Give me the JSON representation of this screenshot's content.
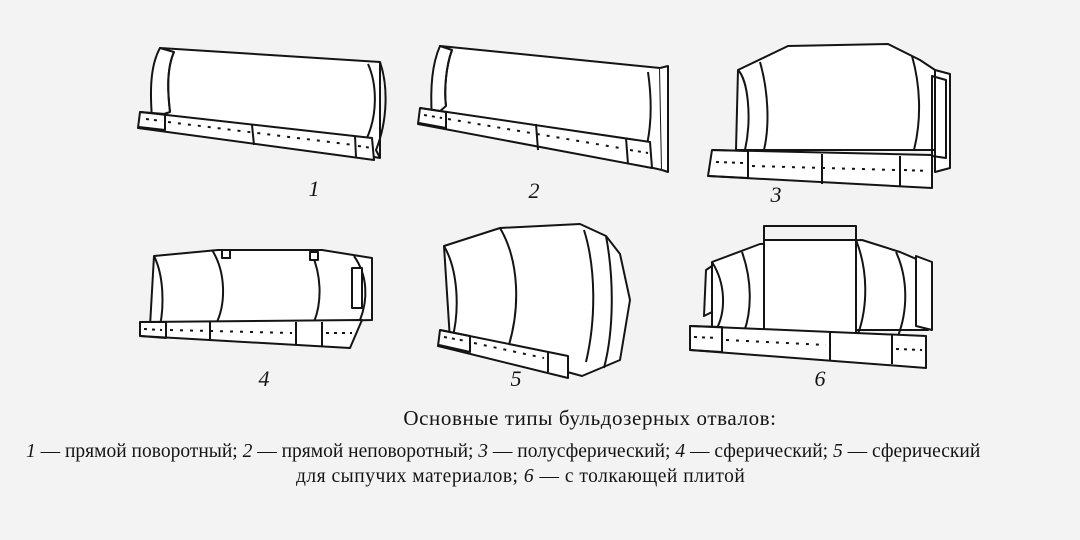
{
  "figure": {
    "blades": [
      {
        "number": "1"
      },
      {
        "number": "2"
      },
      {
        "number": "3"
      },
      {
        "number": "4"
      },
      {
        "number": "5"
      },
      {
        "number": "6"
      }
    ]
  },
  "caption": {
    "title": "Основные типы бульдозерных отвалов:",
    "items": [
      {
        "num": "1",
        "text": " — прямой поворотный; "
      },
      {
        "num": "2",
        "text": " — прямой неповоротный; "
      },
      {
        "num": "3",
        "text": " — полусферический; "
      },
      {
        "num": "4",
        "text": " — сферический; "
      },
      {
        "num": "5",
        "text": " — сферический"
      },
      {
        "num": "",
        "text": "для сыпучих материалов; "
      },
      {
        "num": "6",
        "text": " — с толкающей плитой"
      }
    ]
  },
  "colors": {
    "ink": "#141414",
    "background": "#f3f3f3"
  }
}
